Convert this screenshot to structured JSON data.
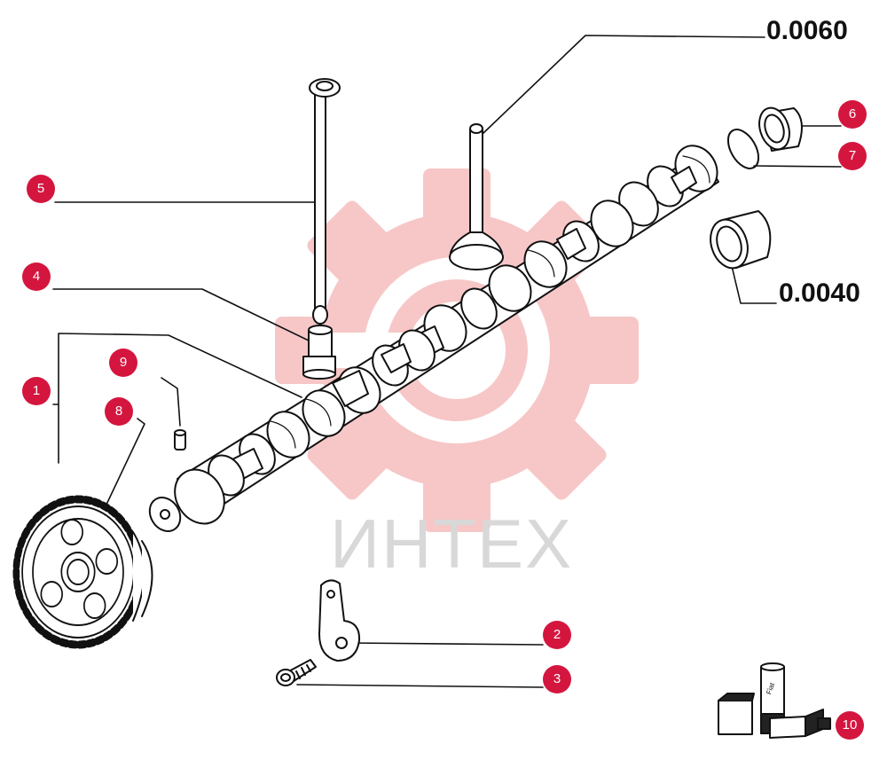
{
  "watermark": {
    "text": "ИНТЕХ",
    "gear_color": "#f4a6a6"
  },
  "colors": {
    "callout": "#d4163f",
    "line": "#111111"
  },
  "dimensions": [
    "0.0060",
    "0.0040"
  ],
  "callouts": [
    "1",
    "2",
    "3",
    "4",
    "5",
    "6",
    "7",
    "8",
    "9",
    "10"
  ],
  "packaging": {
    "label": "Fiat"
  }
}
